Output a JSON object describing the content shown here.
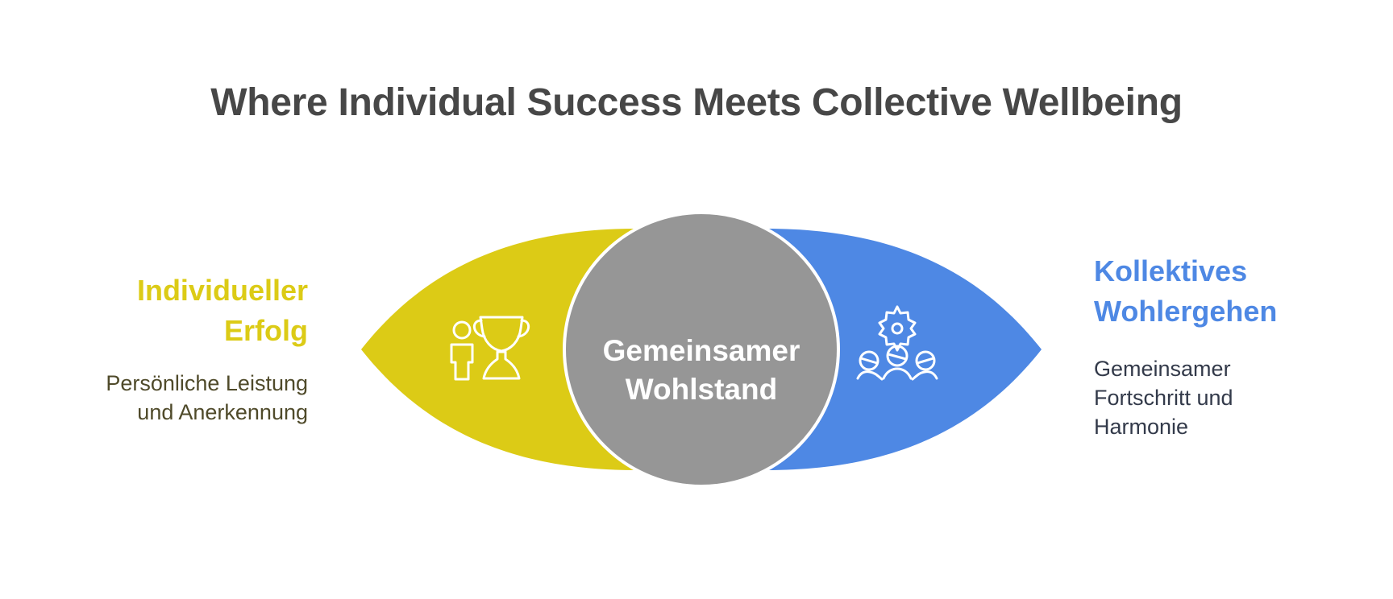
{
  "title": "Where Individual Success Meets Collective Wellbeing",
  "center": {
    "line1": "Gemeinsamer",
    "line2": "Wohlstand",
    "color": "#969696"
  },
  "left": {
    "heading_line1": "Individueller",
    "heading_line2": "Erfolg",
    "desc_line1": "Persönliche Leistung",
    "desc_line2": "und Anerkennung",
    "color": "#dccb16",
    "icon": "person-trophy-icon"
  },
  "right": {
    "heading_line1": "Kollektives",
    "heading_line2": "Wohlergehen",
    "desc_line1": "Gemeinsamer",
    "desc_line2": "Fortschritt und",
    "desc_line3": "Harmonie",
    "color": "#4e88e4",
    "icon": "community-gear-icon"
  }
}
